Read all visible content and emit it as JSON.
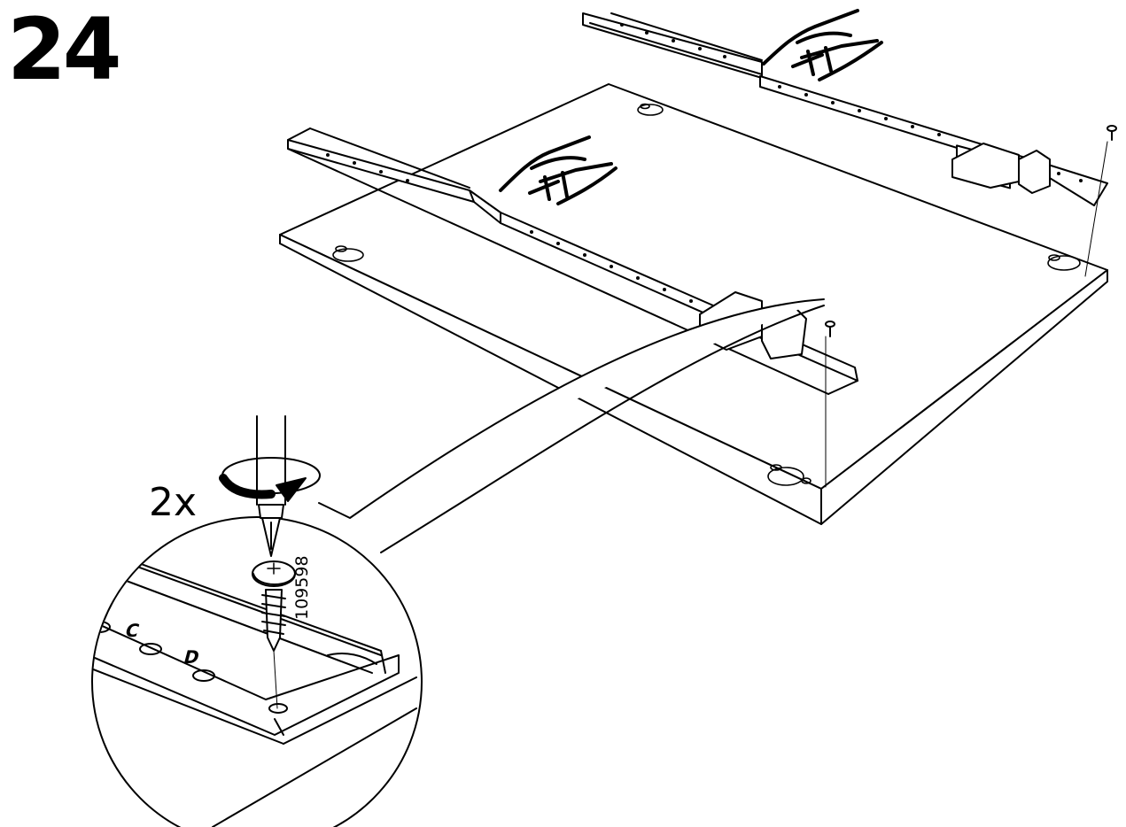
{
  "step": {
    "number": "24"
  },
  "detail": {
    "quantity": "2x",
    "part_number": "109598",
    "hole_labels": [
      "C",
      "D"
    ]
  },
  "icons": [
    "hand-press-icon",
    "rotate-clockwise-icon",
    "screwdriver-icon",
    "screw-icon"
  ],
  "colors": {
    "ink": "#000000",
    "paper": "#ffffff",
    "shade": "#e6e6e6"
  }
}
